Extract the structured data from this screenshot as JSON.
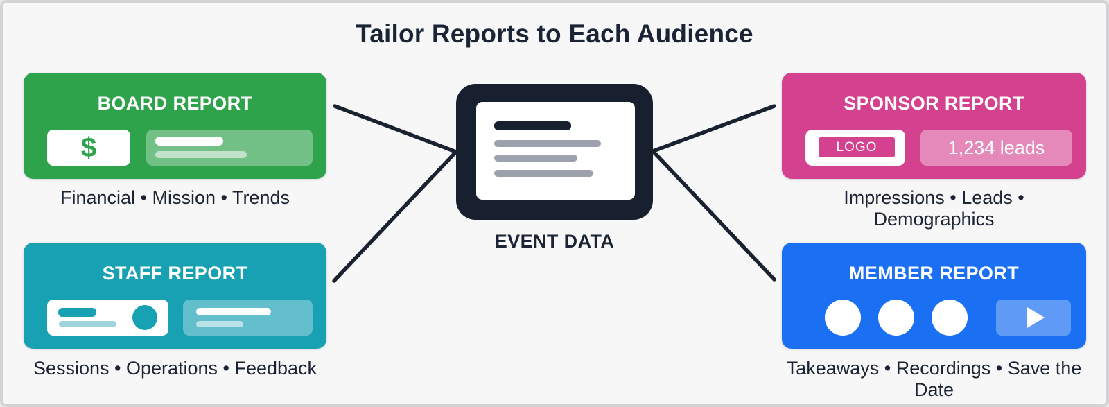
{
  "title": "Tailor Reports to Each Audience",
  "center": {
    "label": "EVENT DATA",
    "icon": "tablet-report-icon"
  },
  "cards": {
    "board": {
      "title": "BOARD REPORT",
      "caption": "Financial • Mission • Trends",
      "icon": "dollar-icon",
      "dollar_glyph": "$",
      "color": "#2FA34C"
    },
    "staff": {
      "title": "STAFF REPORT",
      "caption": "Sessions • Operations • Feedback",
      "icon": "badge-with-chart-icon",
      "color": "#18A0B3"
    },
    "sponsor": {
      "title": "SPONSOR REPORT",
      "caption": "Impressions • Leads • Demographics",
      "logo_label": "LOGO",
      "stat": "1,234 leads",
      "icon": "logo-placeholder-icon",
      "color": "#D4418E"
    },
    "member": {
      "title": "MEMBER REPORT",
      "caption": "Takeaways • Recordings • Save the Date",
      "icon": "play-icon",
      "color": "#1B6FF3"
    }
  },
  "colors": {
    "background": "#F7F7F8",
    "frame_border": "#D3D3D5",
    "ink": "#1B2434",
    "navy": "#18202F",
    "line": "#1A2230",
    "board_green": "#2FA34C",
    "staff_teal": "#18A0B3",
    "sponsor_pink": "#D4418E",
    "member_blue": "#1B6FF3",
    "bar_gray": "#9CA1AB"
  }
}
